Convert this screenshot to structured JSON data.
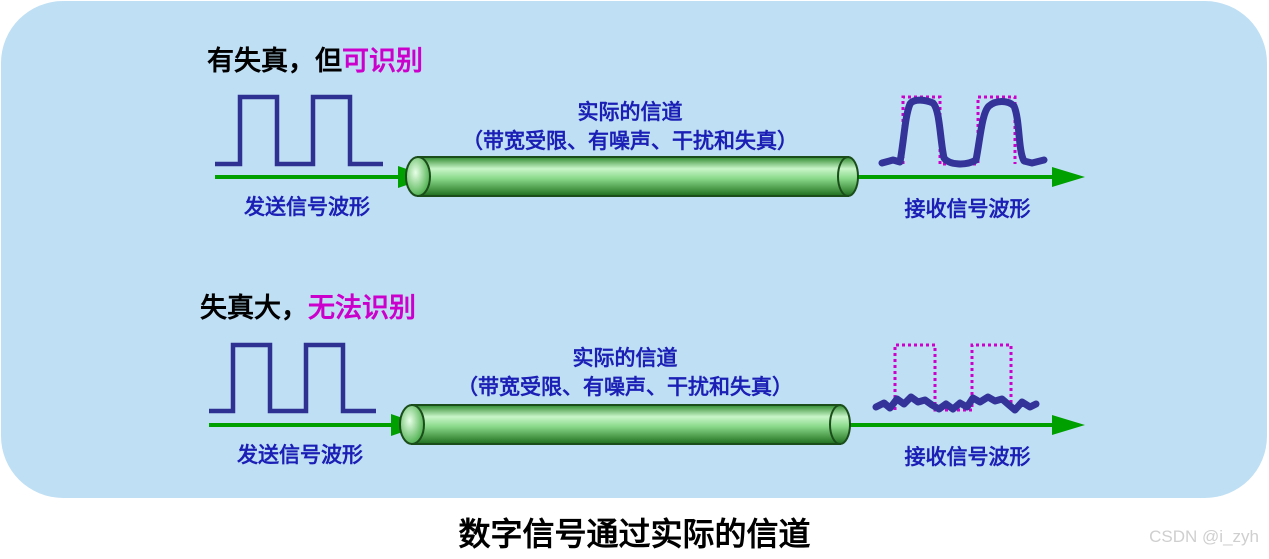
{
  "rows": [
    {
      "title_black": "有失真，但",
      "title_colored": "可识别",
      "channel_label_line1": "实际的信道",
      "channel_label_line2": "（带宽受限、有噪声、干扰和失真）",
      "send_label": "发送信号波形",
      "receive_label": "接收信号波形",
      "distortion": "mild"
    },
    {
      "title_black": "失真大，",
      "title_colored": "无法识别",
      "channel_label_line1": "实际的信道",
      "channel_label_line2": "（带宽受限、有噪声、干扰和失真）",
      "send_label": "发送信号波形",
      "receive_label": "接收信号波形",
      "distortion": "severe"
    }
  ],
  "caption": "数字信号通过实际的信道",
  "watermark": "CSDN @i_zyh",
  "colors": {
    "background_panel": "#bfdff4",
    "waveform": "#2e3192",
    "received_signal": "#333399",
    "reference_dotted": "#cc00cc",
    "arrow": "#00a000",
    "channel_tube": "#66cc66",
    "label_text": "#1b1fb5",
    "highlight_text": "#cc00cc"
  }
}
